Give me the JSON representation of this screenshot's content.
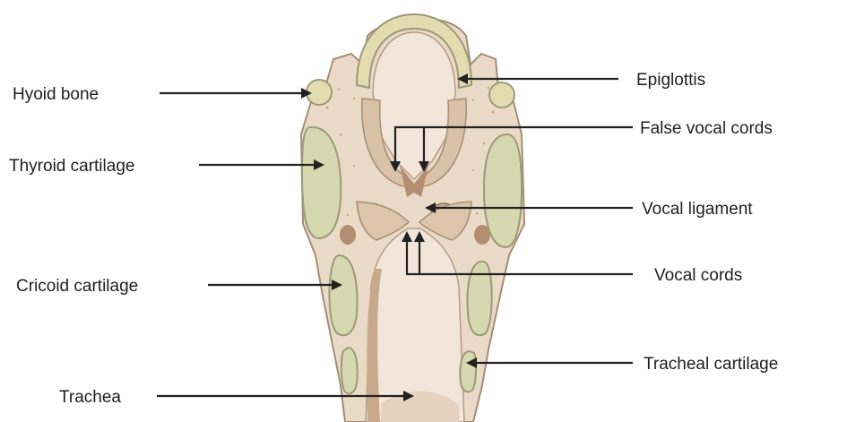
{
  "labels": {
    "hyoid_bone": "Hyoid bone",
    "thyroid_cartilage": "Thyroid cartilage",
    "cricoid_cartilage": "Cricoid cartilage",
    "trachea": "Trachea",
    "epiglottis": "Epiglottis",
    "false_vocal_cords": "False vocal cords",
    "vocal_ligament": "Vocal ligament",
    "vocal_cords": "Vocal cords",
    "tracheal_cartilage": "Tracheal cartilage"
  },
  "colors": {
    "tissue": "#eadbc8",
    "tissue_dark": "#c9a98b",
    "lumen": "#f2e6da",
    "cartilage": "#d6d9b0",
    "cartilage_edge": "#9c9a78",
    "epiglottis": "#e2ddb0",
    "shadow": "#b48e73",
    "line": "#222222"
  }
}
